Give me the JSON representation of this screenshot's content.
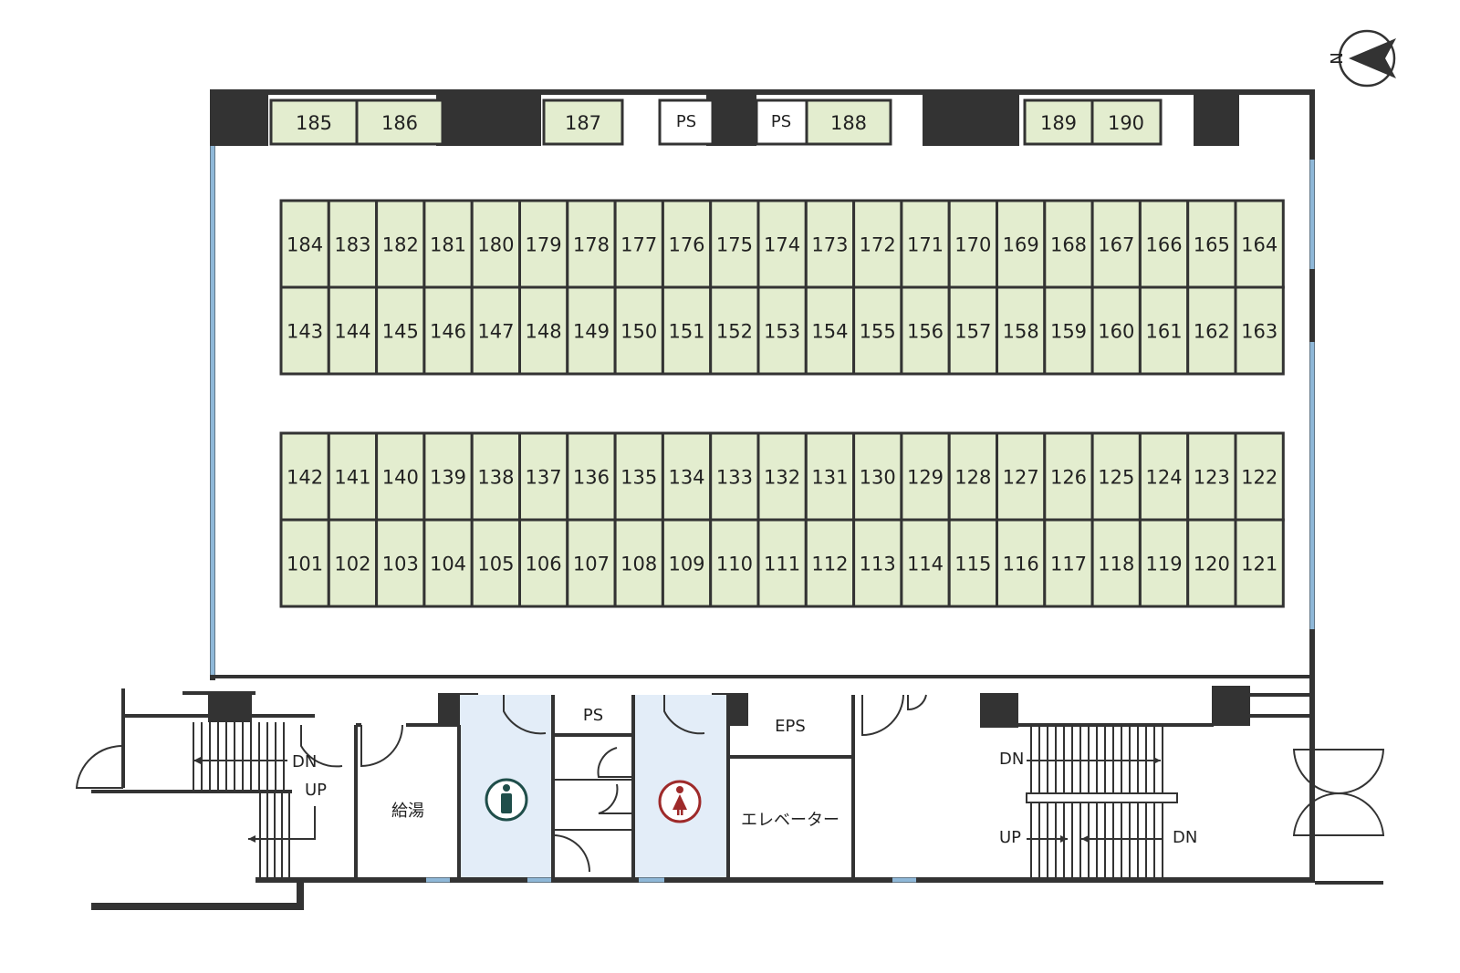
{
  "colors": {
    "unit_fill": "#e3edcf",
    "wall": "#333333",
    "restroom_fill": "#e3edf8",
    "window": "#8fb8d8",
    "mens_icon": "#1f4e4a",
    "womens_icon": "#9e2a2a"
  },
  "compass": {
    "label": "N",
    "icon": "north-arrow-icon"
  },
  "units": {
    "top_wall": [
      "185",
      "186",
      "187",
      "188",
      "189",
      "190"
    ],
    "block1_upper": [
      "184",
      "183",
      "182",
      "181",
      "180",
      "179",
      "178",
      "177",
      "176",
      "175",
      "174",
      "173",
      "172",
      "171",
      "170",
      "169",
      "168",
      "167",
      "166",
      "165",
      "164"
    ],
    "block1_lower": [
      "143",
      "144",
      "145",
      "146",
      "147",
      "148",
      "149",
      "150",
      "151",
      "152",
      "153",
      "154",
      "155",
      "156",
      "157",
      "158",
      "159",
      "160",
      "161",
      "162",
      "163"
    ],
    "block2_upper": [
      "142",
      "141",
      "140",
      "139",
      "138",
      "137",
      "136",
      "135",
      "134",
      "133",
      "132",
      "131",
      "130",
      "129",
      "128",
      "127",
      "126",
      "125",
      "124",
      "123",
      "122"
    ],
    "block2_lower": [
      "101",
      "102",
      "103",
      "104",
      "105",
      "106",
      "107",
      "108",
      "109",
      "110",
      "111",
      "112",
      "113",
      "114",
      "115",
      "116",
      "117",
      "118",
      "119",
      "120",
      "121"
    ]
  },
  "rooms": {
    "ps": "PS",
    "eps": "EPS",
    "kitchenette": "給湯",
    "elevator": "エレベーター"
  },
  "icons": {
    "mens_restroom": "mens-restroom-icon",
    "womens_restroom": "womens-restroom-icon"
  },
  "stairs": {
    "left_dn": "DN",
    "left_up": "UP",
    "right_dn_top": "DN",
    "right_up": "UP",
    "right_dn_bottom": "DN"
  }
}
